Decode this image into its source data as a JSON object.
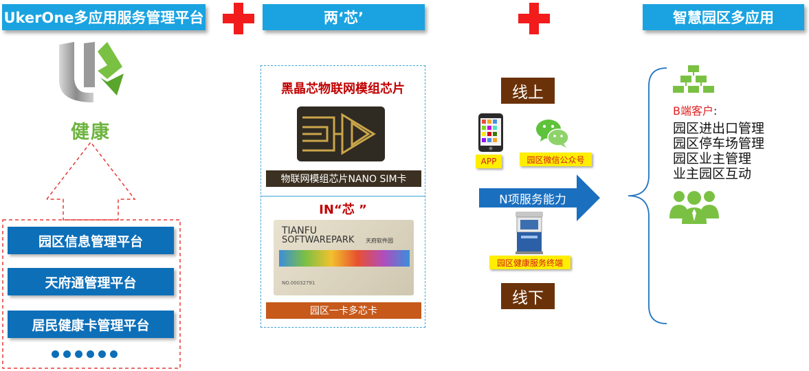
{
  "headers": {
    "platform": "UkerOne多应用服务管理平台",
    "two_chips": "两‘芯’",
    "smart_park": "智慧园区多应用"
  },
  "logo": {
    "letters": "UK",
    "text": "健康"
  },
  "platforms": [
    "园区信息管理平台",
    "天府通管理平台",
    "居民健康卡管理平台"
  ],
  "chips": {
    "chip_title": "黑晶芯物联网模组芯片",
    "chip_caption": "物联网模组芯片NANO SIM卡",
    "in_title": "IN“芯 ”",
    "card_brand_line1": "TIANFU",
    "card_brand_line2": "SOFTWAREPARK",
    "card_brand_cn": "天府软件园",
    "card_number": "NO.00032791",
    "card_caption": "园区一卡多芯卡"
  },
  "channels": {
    "online": "线上",
    "app_label": "APP",
    "wechat_label": "园区微信公众号",
    "arrow_label": "N项服务能力",
    "terminal_label": "园区健康服务终端",
    "offline": "线下"
  },
  "apps": {
    "b_customer": "B端客户",
    "colon": ":",
    "items": [
      "园区进出口管理",
      "园区停车场管理",
      "园区业主管理",
      "业主园区互动"
    ]
  },
  "colors": {
    "header_blue": "#1aa3e0",
    "platform_blue": "#0d6fb8",
    "plus_red": "#f21c1c",
    "brown": "#6b3209",
    "arrow_blue": "#1a6fbf",
    "icon_green": "#7ac143",
    "title_red": "#c00000"
  }
}
